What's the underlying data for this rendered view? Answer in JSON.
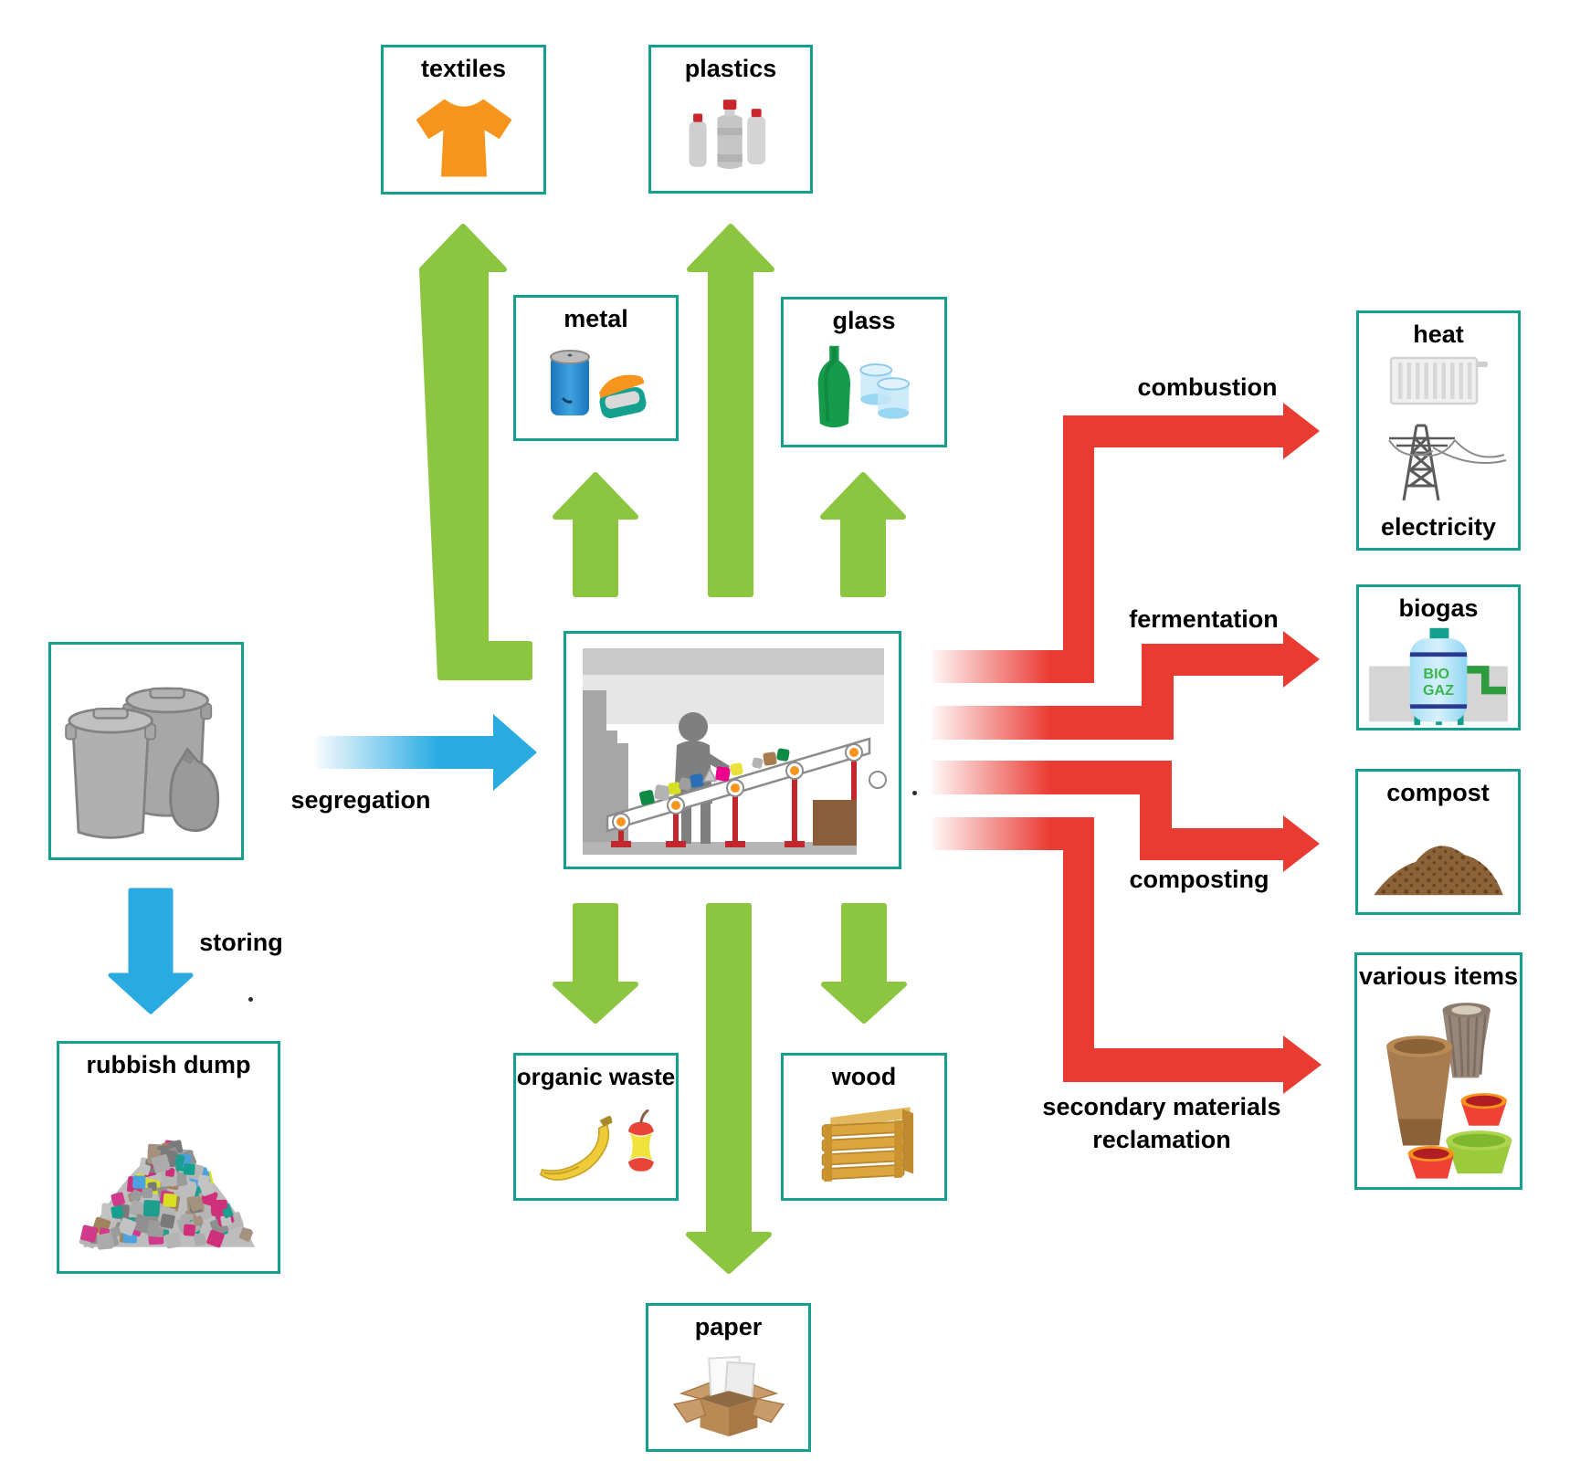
{
  "colors": {
    "teal_border": "#14A08E",
    "green_arrow": "#8CC540",
    "blue_arrow": "#29ABE2",
    "red_arrow": "#EA3B33"
  },
  "nodes": {
    "bins": {},
    "textiles": {
      "label": "textiles"
    },
    "plastics": {
      "label": "plastics"
    },
    "metal": {
      "label": "metal"
    },
    "glass": {
      "label": "glass"
    },
    "rubbish_dump": {
      "label": "rubbish dump"
    },
    "organic_waste": {
      "label": "organic waste"
    },
    "wood": {
      "label": "wood"
    },
    "paper": {
      "label": "paper"
    },
    "heat_electricity": {
      "label_heat": "heat",
      "label_electricity": "electricity"
    },
    "biogas": {
      "label": "biogas",
      "tank_line1": "BIO",
      "tank_line2": "GAZ"
    },
    "compost": {
      "label": "compost"
    },
    "various_items": {
      "label": "various items"
    }
  },
  "edges": {
    "segregation": {
      "label": "segregation"
    },
    "storing": {
      "label": "storing"
    },
    "combustion": {
      "label": "combustion"
    },
    "fermentation": {
      "label": "fermentation"
    },
    "composting": {
      "label": "composting"
    },
    "secondary": {
      "label_line1": "secondary materials",
      "label_line2": "reclamation"
    }
  }
}
